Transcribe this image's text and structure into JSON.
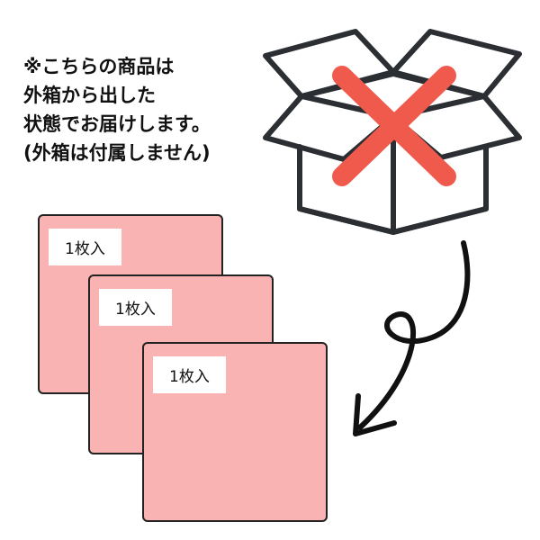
{
  "note": {
    "lines": [
      "※こちらの商品は",
      "外箱から出した",
      "状態でお届けします。",
      "(外箱は付属しません)"
    ]
  },
  "cards": [
    {
      "label": "1枚入"
    },
    {
      "label": "1枚入"
    },
    {
      "label": "1枚入"
    }
  ],
  "colors": {
    "card": "#f8b3b2",
    "cross": "#ef5a4c",
    "outline": "#2b2f33"
  }
}
